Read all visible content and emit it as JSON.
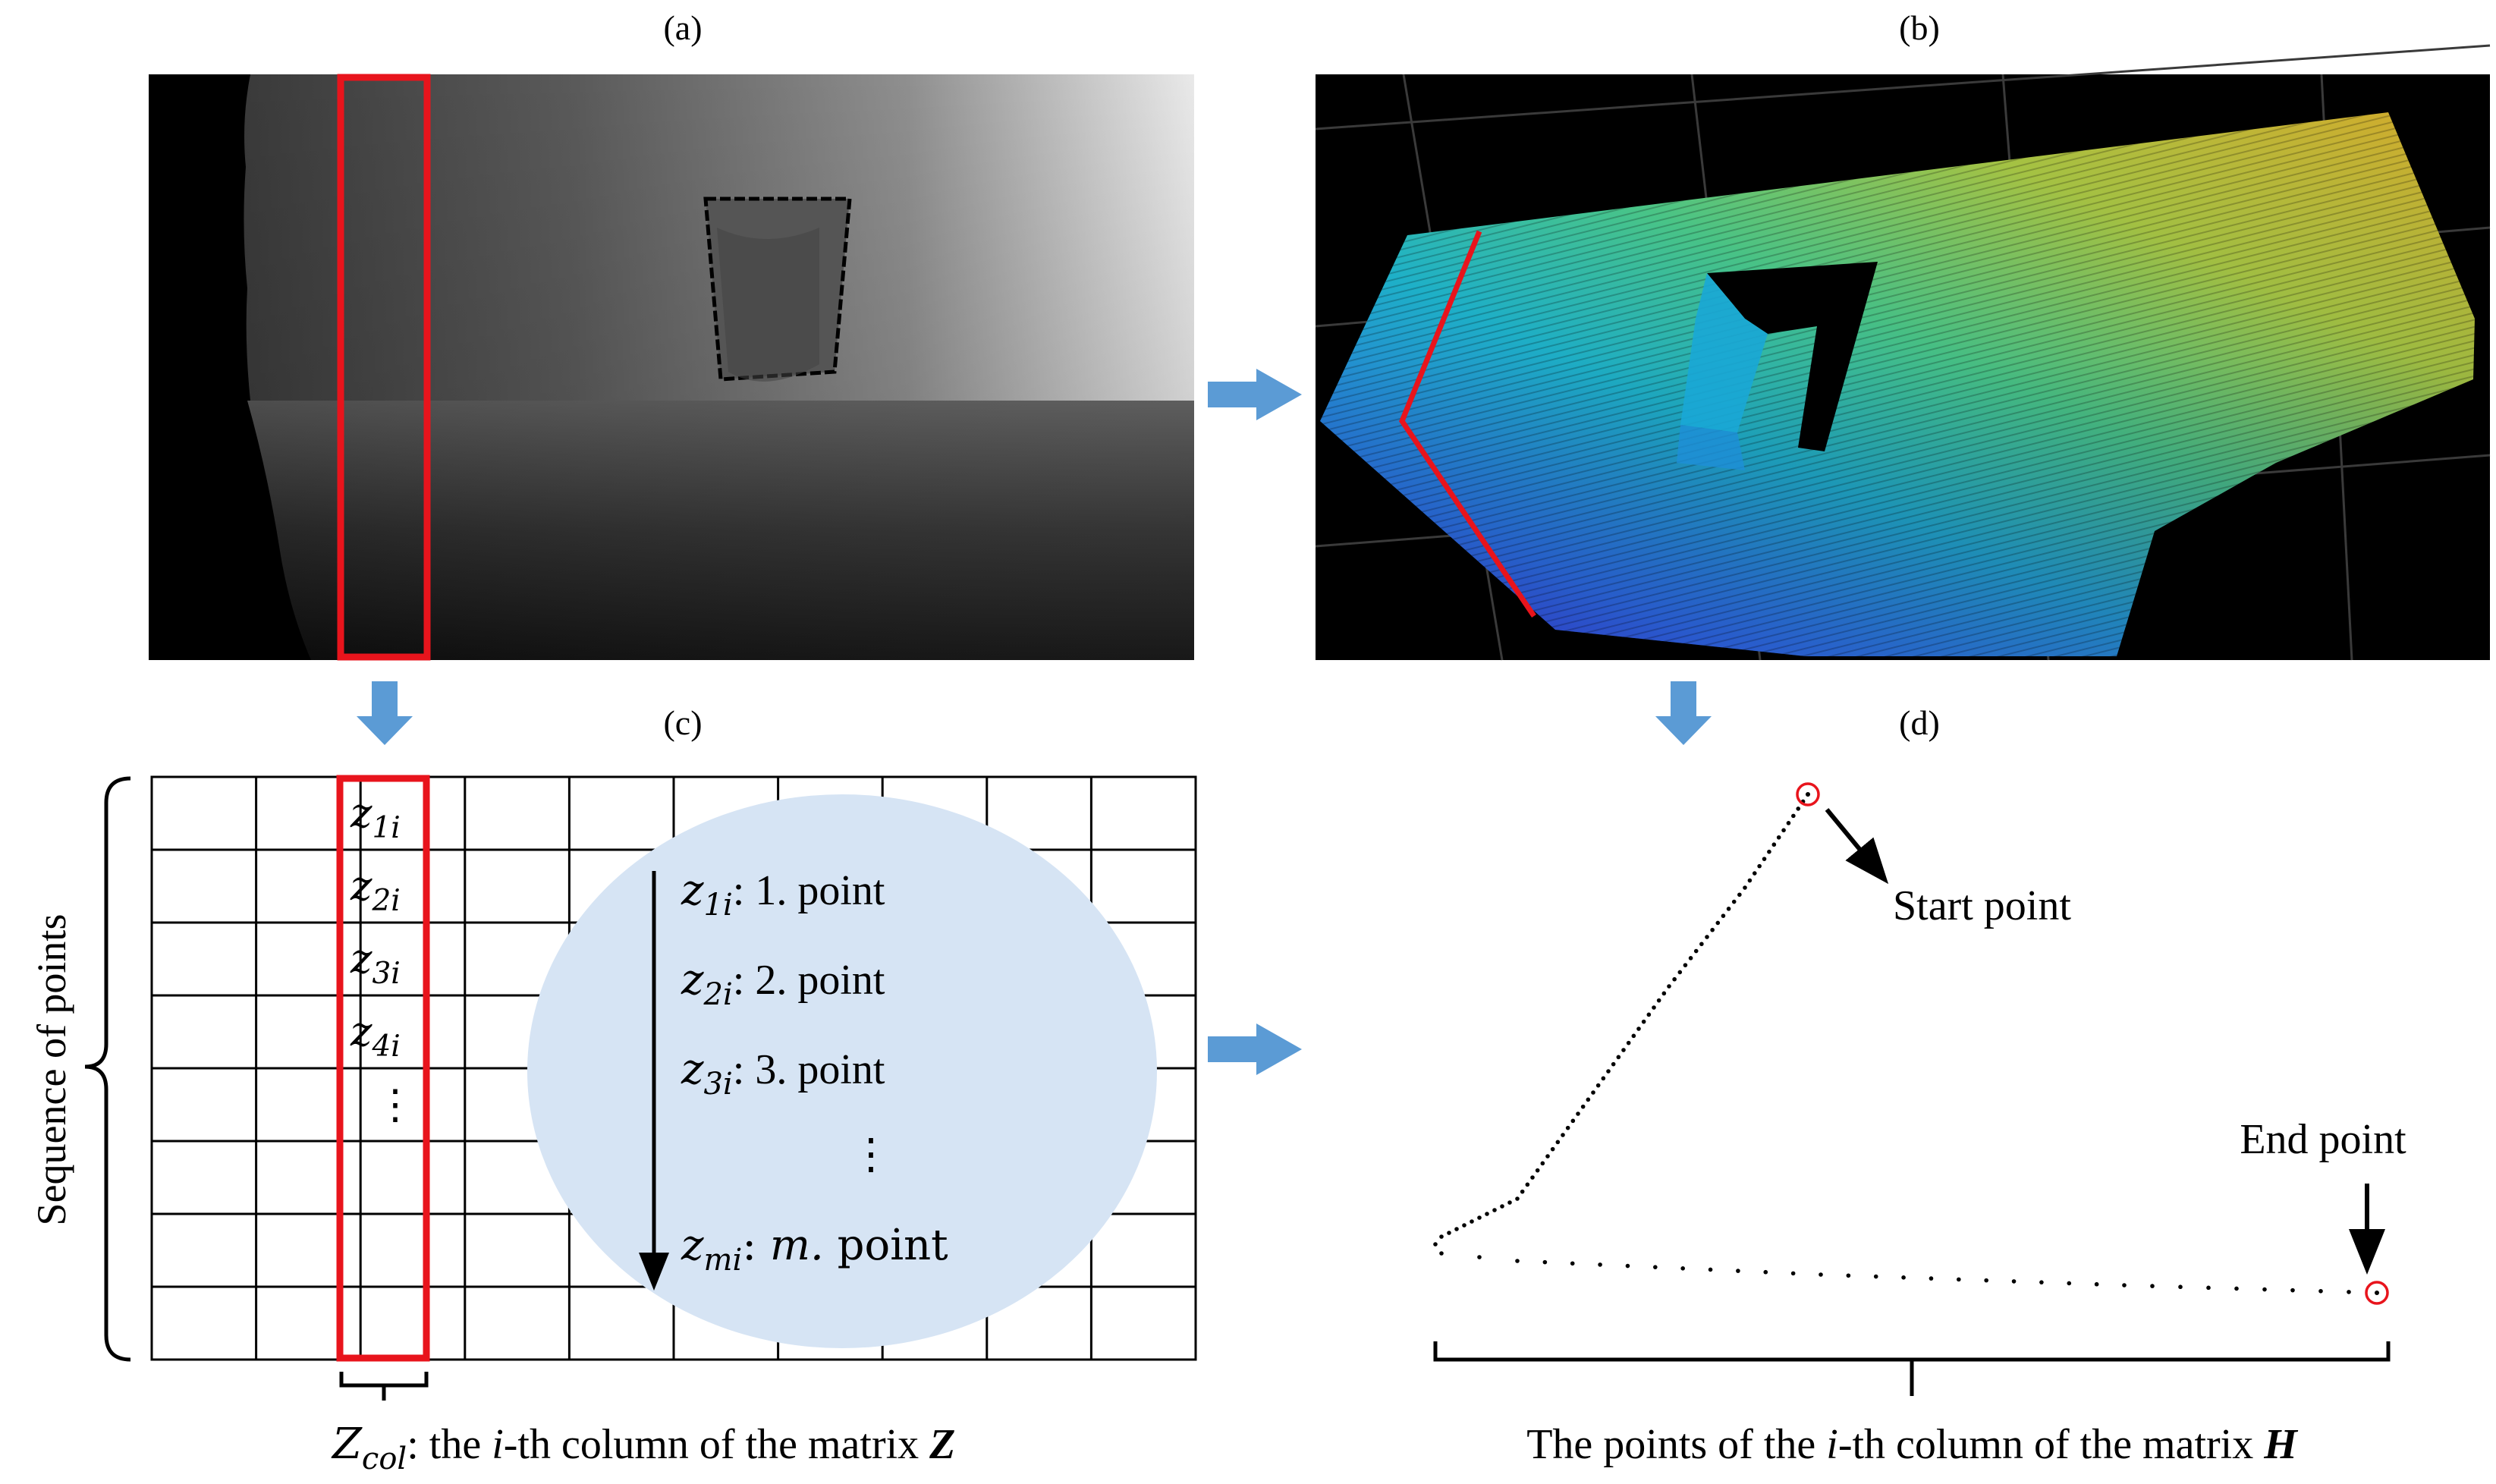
{
  "panels": {
    "a": "(a)",
    "b": "(b)",
    "c": "(c)",
    "d": "(d)"
  },
  "matrix": {
    "column_cells": [
      {
        "base": "z",
        "sub": "1i"
      },
      {
        "base": "z",
        "sub": "2i"
      },
      {
        "base": "z",
        "sub": "3i"
      },
      {
        "base": "z",
        "sub": "4i"
      },
      {
        "base": "⋮",
        "sub": ""
      }
    ],
    "side_label": "Sequence of points",
    "caption": {
      "var": "Z",
      "sub": "col",
      "text": ": the ",
      "italic_i": "i",
      "text2": "-th column of the matrix ",
      "bold": "Z"
    }
  },
  "sequence": {
    "items": [
      {
        "base": "z",
        "sub": "1i",
        "label": ":  1. point"
      },
      {
        "base": "z",
        "sub": "2i",
        "label": ":  2. point"
      },
      {
        "base": "z",
        "sub": "3i",
        "label": ":  3. point"
      },
      {
        "base": "⋮",
        "sub": "",
        "label": ""
      },
      {
        "base": "z",
        "sub": "mi",
        "label_italic": "m.",
        "label": " point"
      }
    ]
  },
  "profile": {
    "start_label": "Start point",
    "end_label": "End point",
    "caption": {
      "text": "The points of the ",
      "italic_i": "i",
      "text2": "-th column of the matrix ",
      "bold": "H"
    }
  },
  "colors": {
    "highlight": "#e8141c",
    "arrow": "#5b9bd5",
    "circle_fill": "#d6e4f4",
    "grid_line": "#000000"
  }
}
